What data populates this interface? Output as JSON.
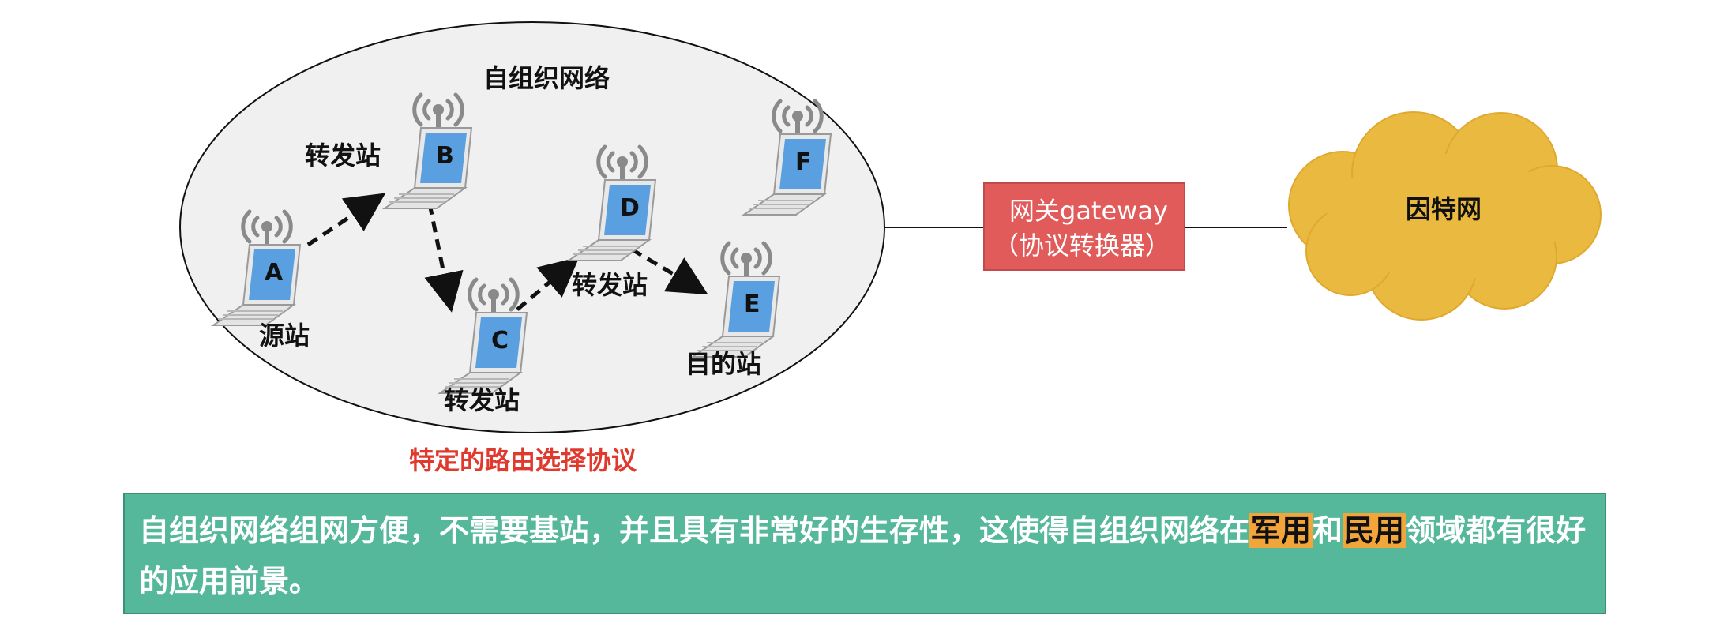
{
  "network_label": "自组织网络",
  "nodes": [
    {
      "id": "A",
      "role": "源站"
    },
    {
      "id": "B",
      "role": "转发站"
    },
    {
      "id": "C",
      "role": "转发站"
    },
    {
      "id": "D",
      "role": "转发站"
    },
    {
      "id": "E",
      "role": "目的站"
    },
    {
      "id": "F",
      "role": ""
    }
  ],
  "routing_label": "特定的路由选择协议",
  "gateway": {
    "line1": "网关gateway",
    "line2": "（协议转换器）",
    "color": "#e25b5b"
  },
  "internet": {
    "label": "因特网",
    "color": "#eab940"
  },
  "summary": {
    "part1": "自组织网络组网方便，不需要基站，并且具有非常好的生存性，这使得自组织网络在",
    "hl1": "军用",
    "part2": "和",
    "hl2": "民用",
    "part3": "领域都有很好的应用前景。",
    "bg_color": "#55b89a",
    "highlight_color": "#f2a53a"
  }
}
